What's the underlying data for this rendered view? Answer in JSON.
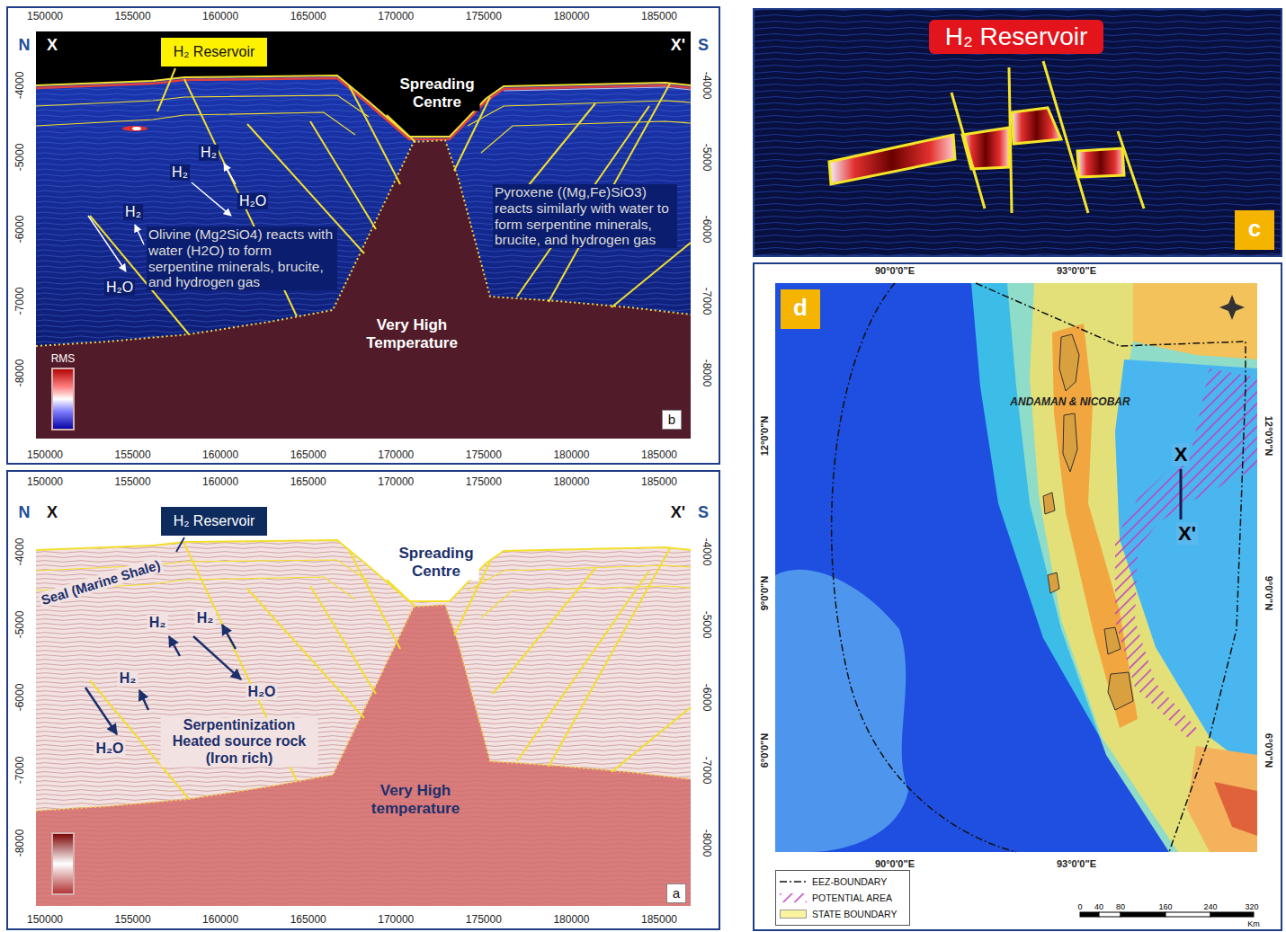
{
  "diagram": {
    "nodes": [
      {
        "text": [
          "H₂ Reservoir"
        ]
      },
      {
        "text": [
          "b"
        ]
      },
      {
        "text": [
          "H₂ Reservoir"
        ]
      },
      {
        "text": [
          "a"
        ]
      },
      {
        "text": [
          "H₂ Reservoir"
        ]
      },
      {
        "text": [
          "c"
        ]
      },
      {
        "text": [
          "d"
        ]
      }
    ],
    "labels": [
      "150000",
      "155000",
      "160000",
      "165000",
      "170000",
      "175000",
      "180000",
      "185000",
      "150000",
      "155000",
      "160000",
      "165000",
      "170000",
      "175000",
      "180000",
      "185000",
      "N",
      "X",
      "X'",
      "S",
      "-4000",
      "-5000",
      "-6000",
      "-7000",
      "-8000",
      "-4000",
      "-5000",
      "-6000",
      "-7000",
      "-8000",
      "Spreading Centre",
      "H₂",
      "H₂",
      "H₂O",
      "H₂",
      "H₂O",
      "Olivine (Mg2SiO4) reacts with water (H2O) to form serpentine minerals, brucite, and hydrogen gas",
      "Pyroxene ((Mg,Fe)SiO3) reacts similarly with water to form serpentine minerals, brucite, and hydrogen gas",
      "Very High Temperature",
      "RMS",
      "150000",
      "155000",
      "160000",
      "165000",
      "170000",
      "175000",
      "180000",
      "185000",
      "150000",
      "155000",
      "160000",
      "165000",
      "170000",
      "175000",
      "180000",
      "185000",
      "N",
      "X",
      "X'",
      "S",
      "-4000",
      "-5000",
      "-6000",
      "-7000",
      "-8000",
      "-4000",
      "-5000",
      "-6000",
      "-7000",
      "-8000",
      "Seal (Marine Shale)",
      "Spreading Centre",
      "H₂",
      "H₂",
      "H₂O",
      "H₂",
      "H₂O",
      "Serpentinization Heated source rock (Iron rich)",
      "Very High temperature",
      "90°0'0\"E",
      "93°0'0\"E",
      "90°0'0\"E",
      "93°0'0\"E",
      "12°0'0\"N",
      "9°0'0\"N",
      "6°0'0\"N",
      "12°0'0\"N",
      "9°0'0\"N",
      "6°0'0\"N",
      "ANDAMAN & NICOBAR",
      "X",
      "X'",
      "0",
      "40",
      "80",
      "160",
      "240",
      "320",
      "Km"
    ],
    "legend": [
      {
        "text": "EEZ-BOUNDARY"
      },
      {
        "text": "POTENTIAL AREA"
      },
      {
        "text": "STATE BOUNDARY",
        "color": "#fbf3a0"
      }
    ]
  }
}
